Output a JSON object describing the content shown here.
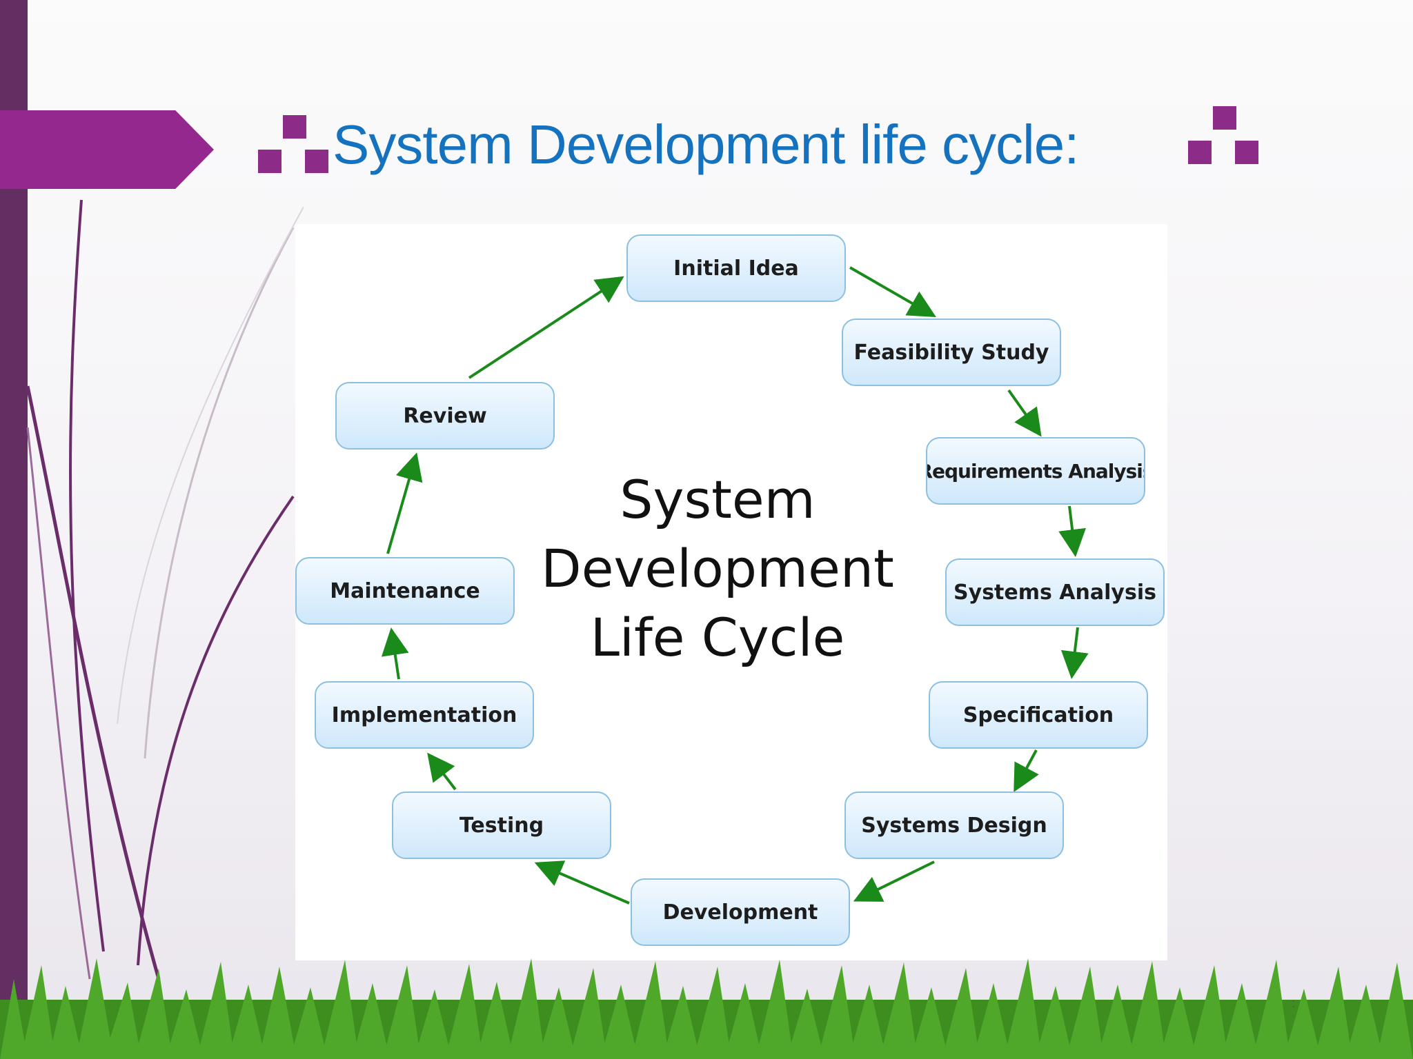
{
  "slide": {
    "title": "System Development life cycle:",
    "slide_number": ":"
  },
  "diagram": {
    "center_label_lines": [
      "System",
      "Development",
      "Life Cycle"
    ],
    "nodes": [
      "Initial Idea",
      "Feasibility Study",
      "Requirements Analysis",
      "Systems Analysis",
      "Specification",
      "Systems Design",
      "Development",
      "Testing",
      "Implementation",
      "Maintenance",
      "Review"
    ],
    "colors": {
      "node_border": "#8dbfe0",
      "node_fill_top": "#f2f9ff",
      "node_fill_bottom": "#cfe8fb",
      "arrow": "#1a8a1a",
      "title": "#1472bf",
      "accent_purple": "#95288e"
    }
  }
}
